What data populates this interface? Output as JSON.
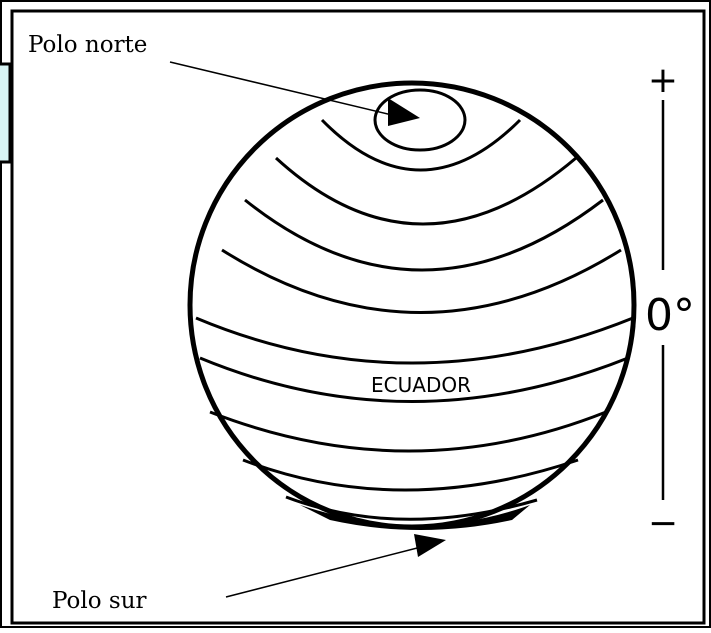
{
  "diagram": {
    "labels": {
      "north_pole": "Polo norte",
      "south_pole": "Polo sur",
      "equator": "ECUADOR"
    },
    "scale": {
      "top": "+",
      "middle": "0°",
      "bottom": "−"
    }
  },
  "colors": {
    "ink": "#000000",
    "background": "#ffffff",
    "side_panel": "#d8f4f4"
  }
}
